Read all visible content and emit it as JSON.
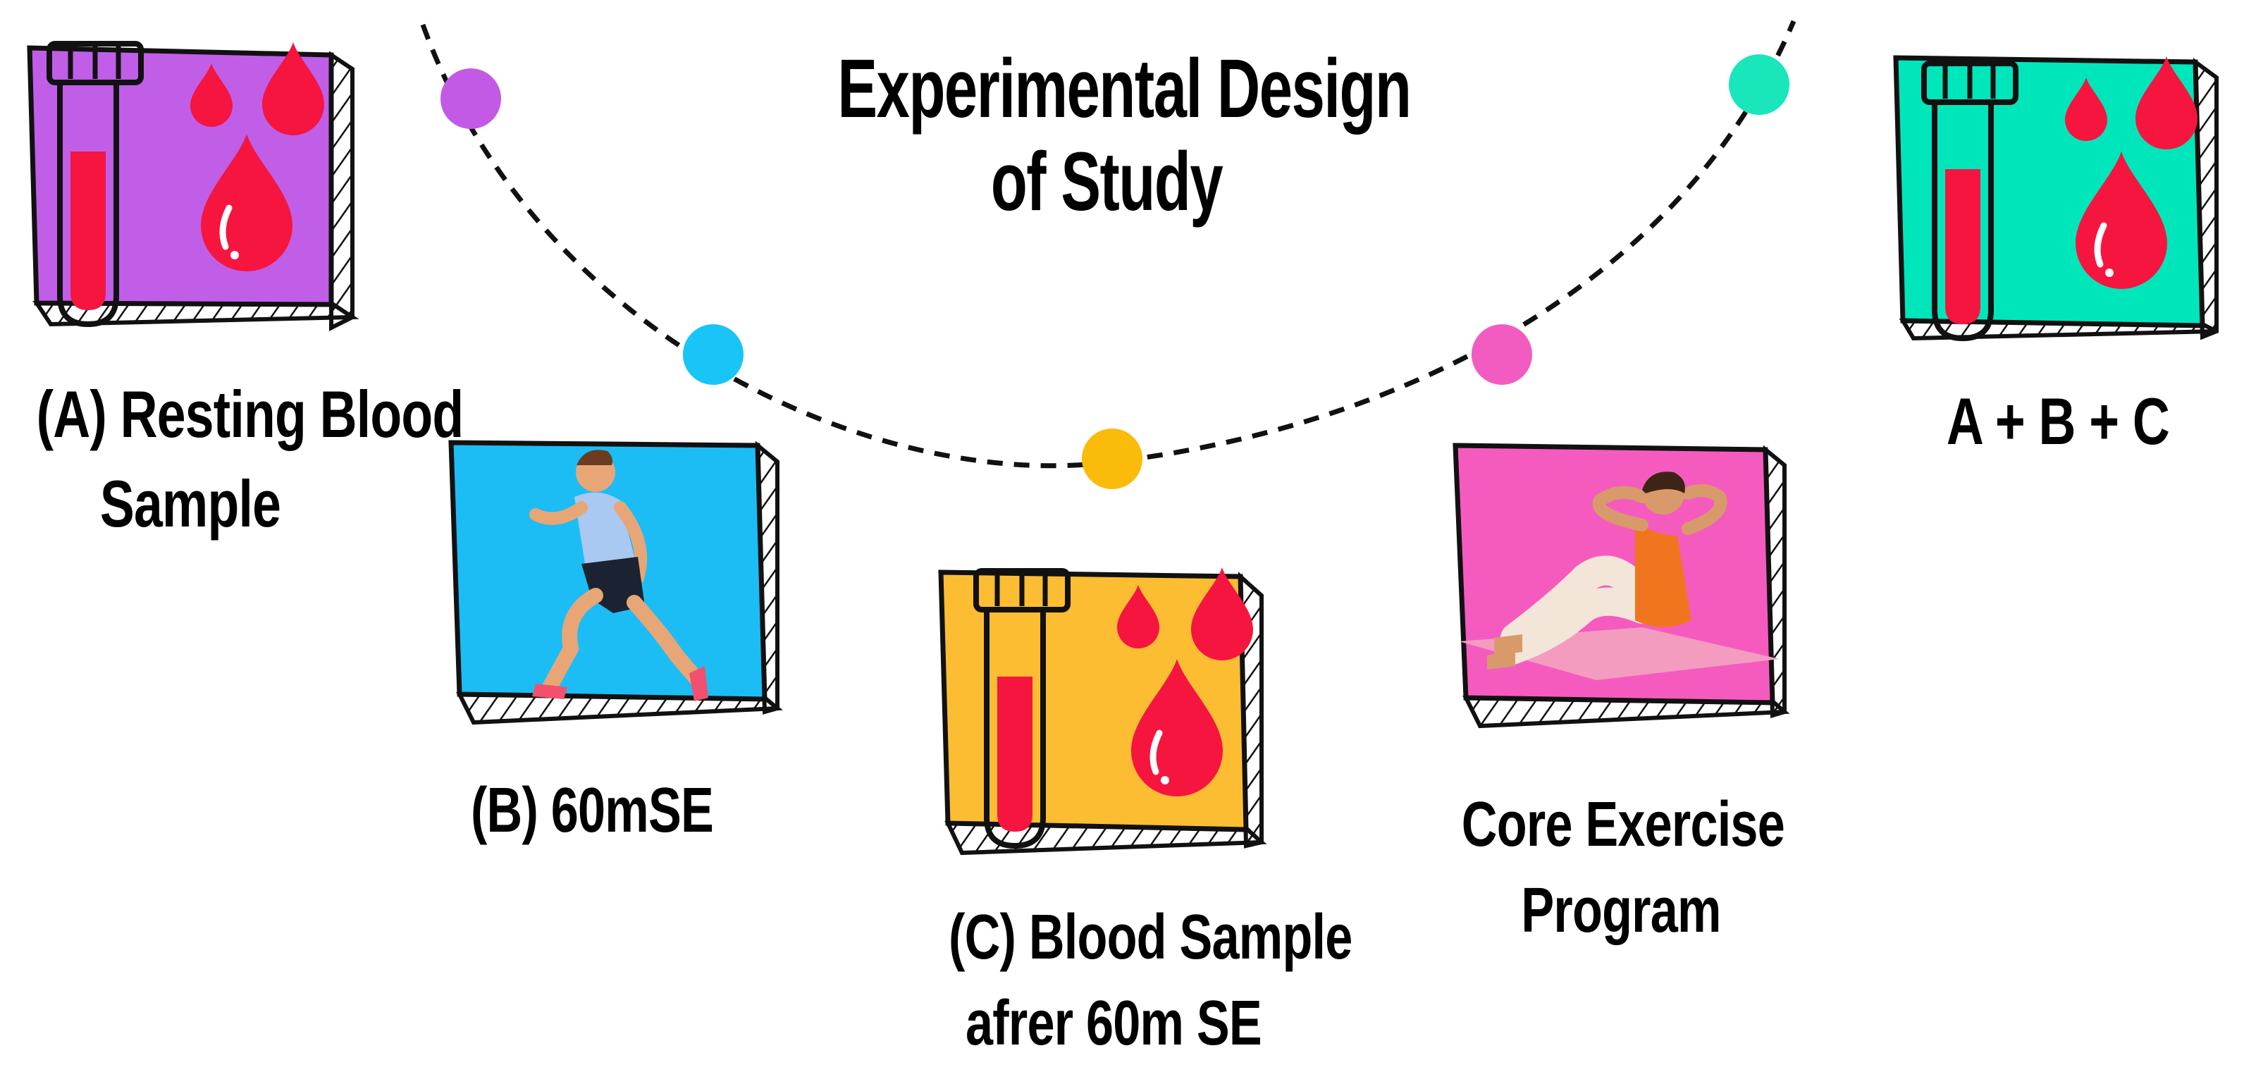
{
  "title": {
    "line1": "Experimental Design",
    "line2": "of Study"
  },
  "colors": {
    "purple": "#c05ee8",
    "blue": "#1cbdf5",
    "yellow": "#fcbd33",
    "pink": "#f55bbf",
    "teal": "#00e6bb",
    "blood": "#f5153f",
    "outline": "#111111",
    "dot_yellow": "#fbbb0b",
    "dot_pink": "#f25cc0",
    "dot_teal": "#19e6ba",
    "dot_blue": "#19c4f7",
    "dot_purple": "#c25ae5"
  },
  "steps": [
    {
      "id": "a",
      "label_line1": "(A) Resting Blood",
      "label_line2": "Sample",
      "icon": "blood-tube-icon"
    },
    {
      "id": "b",
      "label_line1": "(B) 60mSE",
      "label_line2": "",
      "icon": "running-man-icon"
    },
    {
      "id": "c",
      "label_line1": "(C) Blood Sample",
      "label_line2": "afrer 60m SE",
      "icon": "blood-tube-icon"
    },
    {
      "id": "d",
      "label_line1": "Core Exercise",
      "label_line2": "Program",
      "icon": "situp-woman-icon"
    },
    {
      "id": "e",
      "label_line1": "A + B + C",
      "label_line2": "",
      "icon": "blood-tube-icon"
    }
  ]
}
